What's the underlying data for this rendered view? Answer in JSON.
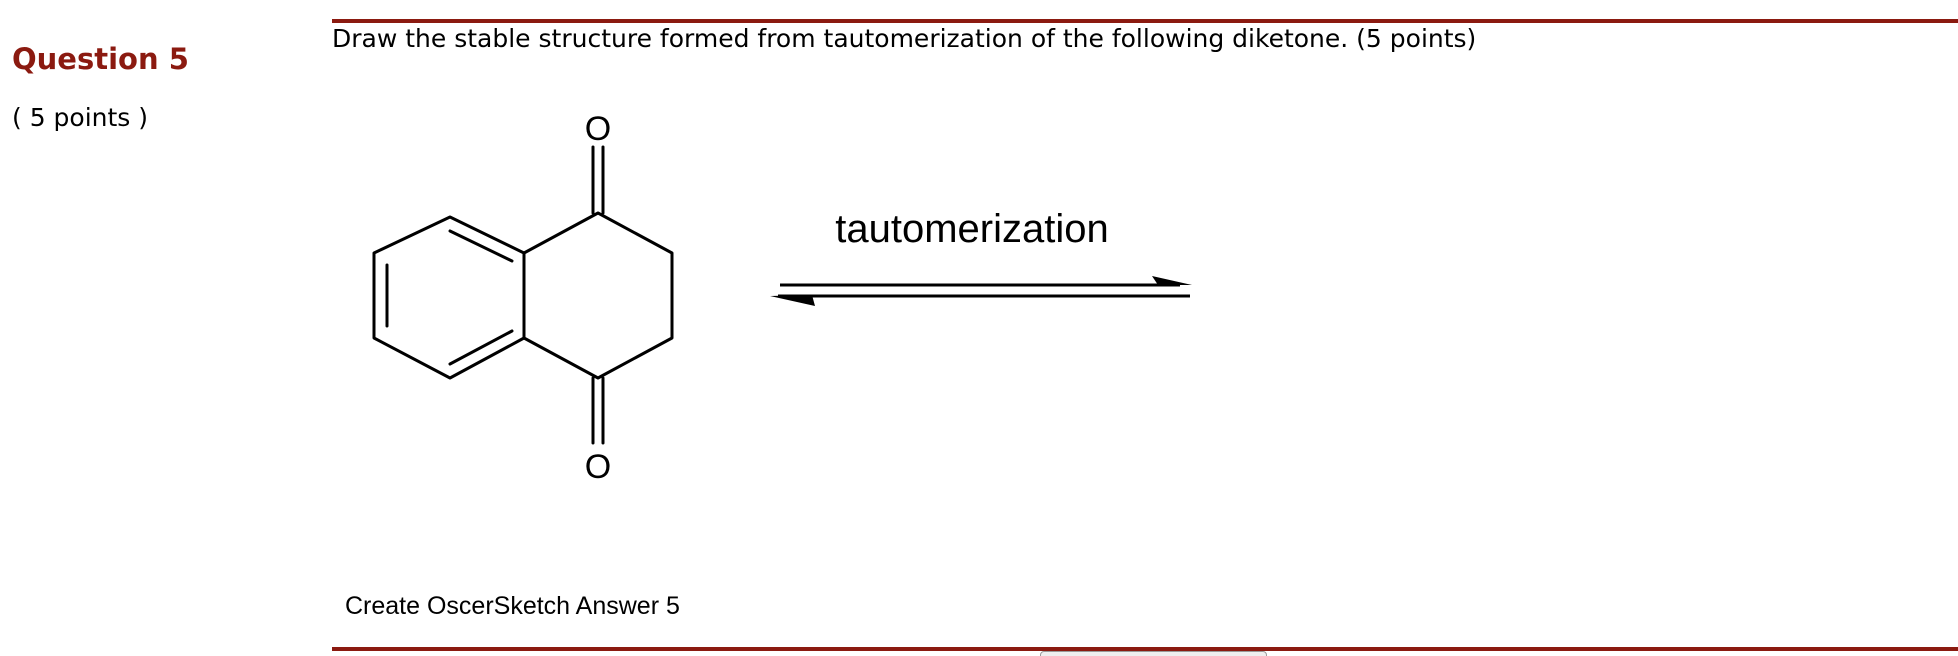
{
  "question": {
    "title": "Question 5",
    "points_label": "( 5 points )",
    "prompt": "Draw the stable structure formed from tautomerization of the following diketone.  (5 points)"
  },
  "figure": {
    "arrow_label": "tautomerization",
    "atom_top": "O",
    "atom_bottom": "O",
    "arrow_type": "equilibrium"
  },
  "answer": {
    "link_label": "Create OscerSketch Answer 5"
  },
  "colors": {
    "accent": "#8b1a10",
    "text": "#000000",
    "background": "#ffffff"
  }
}
